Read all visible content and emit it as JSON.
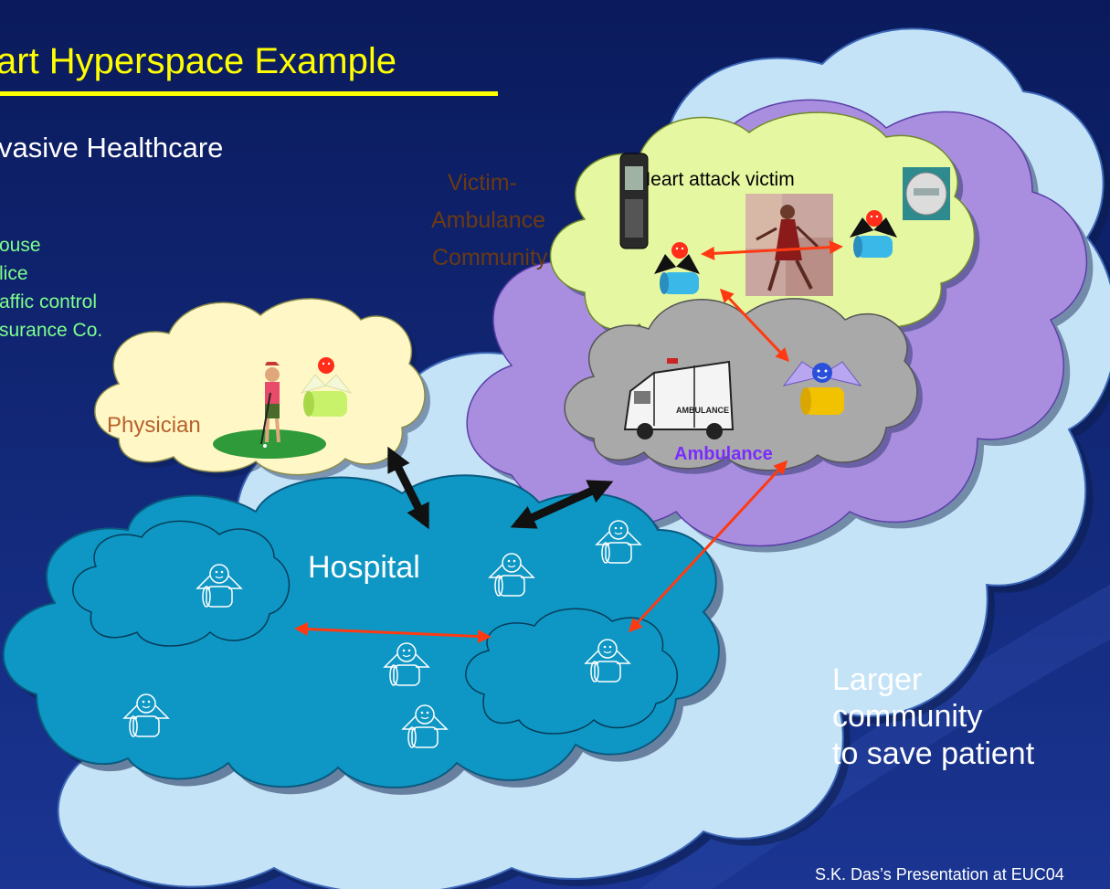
{
  "slide": {
    "title": "art Hyperspace Example",
    "subtitle": "vasive Healthcare",
    "left_list": [
      "ouse",
      "lice",
      "affic control",
      "surance Co."
    ],
    "footer": "S.K. Das’s Presentation at EUC04"
  },
  "clouds": {
    "victim_ambulance_label": [
      "Victim-",
      "Ambulance",
      "Community"
    ],
    "heart_attack_label": "Heart attack victim",
    "physician_label": "Physician",
    "ambulance_label": "Ambulance",
    "ambulance_vehicle_text": "AMBULANCE",
    "hospital_label": "Hospital",
    "larger_label": [
      "Larger",
      "community",
      "to save patient"
    ]
  },
  "colors": {
    "background_top": "#0a1a5c",
    "background_bottom": "#18338f",
    "title_bar": "#ffff00",
    "light_cloud": "#c5e3f7",
    "purple_cloud": "#a98ee0",
    "green_cloud": "#e6f7a1",
    "gray_cloud": "#a9a9a9",
    "yellow_cloud": "#fff8c6",
    "hospital_cloud": "#0e97c4",
    "arrow_red": "#ff3a12",
    "left_list": "#7dff8c"
  }
}
